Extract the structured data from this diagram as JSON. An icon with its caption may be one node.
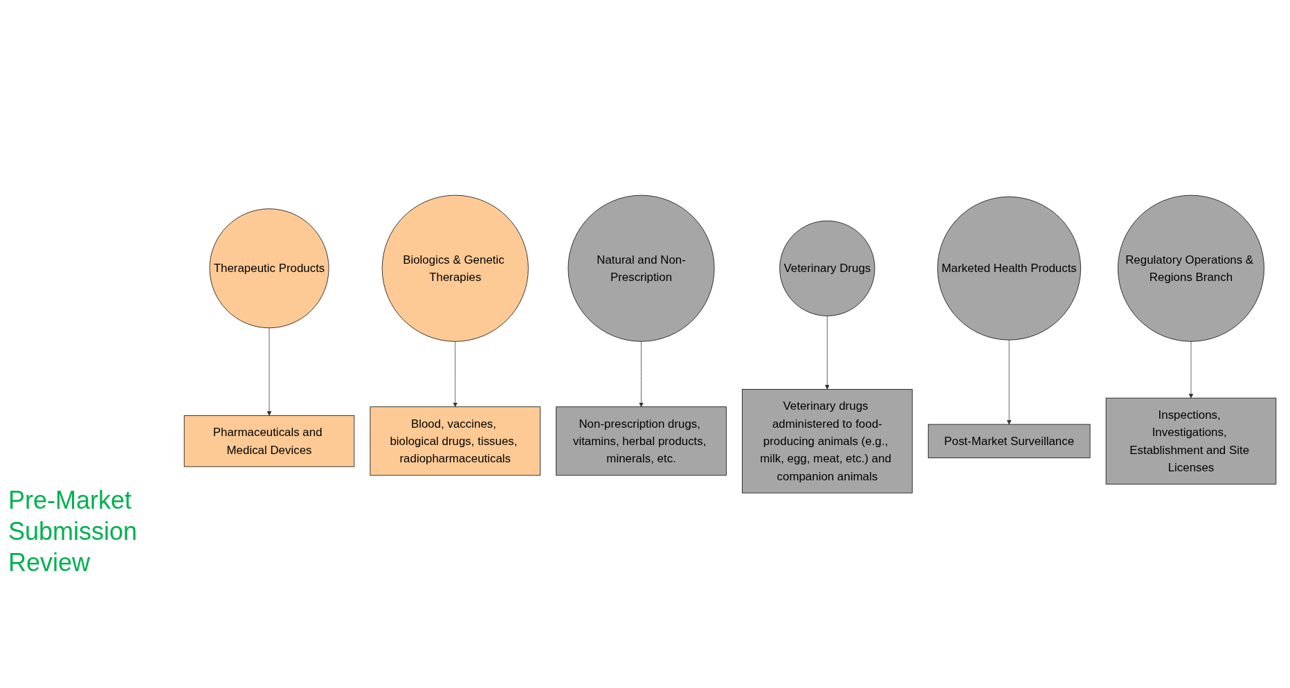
{
  "diagram": {
    "nodes": [
      {
        "text": [
          "Therapeutic Products"
        ]
      },
      {
        "text": [
          "Biologics & Genetic Therapies"
        ]
      },
      {
        "text": [
          "Natural and Non-Prescription"
        ]
      },
      {
        "text": [
          "Veterinary Drugs"
        ]
      },
      {
        "text": [
          "Marketed Health Products"
        ]
      },
      {
        "text": [
          "Regulatory Operations & Regions Branch"
        ]
      },
      {
        "text": [
          "Pharmaceuticals and Medical Devices"
        ]
      },
      {
        "text": [
          "Blood, vaccines, biological drugs, tissues, radiopharmaceuticals"
        ]
      },
      {
        "text": [
          "Non-prescription drugs, vitamins, herbal products, minerals, etc."
        ]
      },
      {
        "text": [
          "Veterinary drugs administered to food-producing animals (e.g., milk, egg, meat, etc.) and companion animals"
        ]
      },
      {
        "text": [
          "Post-Market Surveillance"
        ]
      },
      {
        "text": [
          "Inspections, Investigations, Establishment and Site Licenses"
        ]
      }
    ],
    "edges": [
      {
        "from": 0,
        "to": 6,
        "arrow": "to"
      },
      {
        "from": 1,
        "to": 7,
        "arrow": "to"
      },
      {
        "from": 2,
        "to": 8,
        "arrow": "to"
      },
      {
        "from": 3,
        "to": 9,
        "arrow": "to"
      },
      {
        "from": 4,
        "to": 10,
        "arrow": "to"
      },
      {
        "from": 5,
        "to": 11,
        "arrow": "to"
      }
    ],
    "labels": [
      "Pre-Market Submission Review"
    ]
  }
}
